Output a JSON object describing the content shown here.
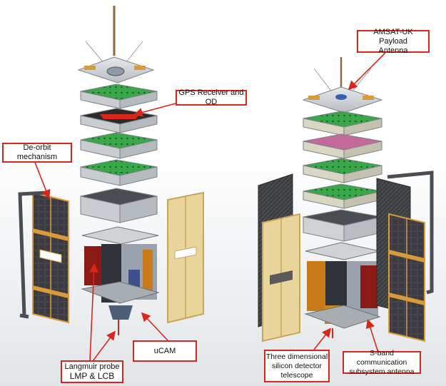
{
  "labels": {
    "gps": "GPS Receiver and OD",
    "deorbit": "De-orbit mechanism",
    "langmuir_line1": "Langmuir probe",
    "langmuir_line2": "LMP & LCB",
    "ucam": "uCAM",
    "amsat_line1": "AMSAT-UK Payload",
    "amsat_line2": "Antenna",
    "telescope_line1": "Three dimensional",
    "telescope_line2": "silicon detector",
    "telescope_line3": "telescope",
    "sband_line1": "S-band communication",
    "sband_line2": "subsystem antenna"
  },
  "colors": {
    "callout_border": "#d9261c",
    "arrow": "#d9261c",
    "frame": "#cfd3d6",
    "pcb_green": "#3aa64a",
    "solar_cell": "#2f2f33",
    "gold": "#d89a3a",
    "carbon": "#3b3d40"
  }
}
